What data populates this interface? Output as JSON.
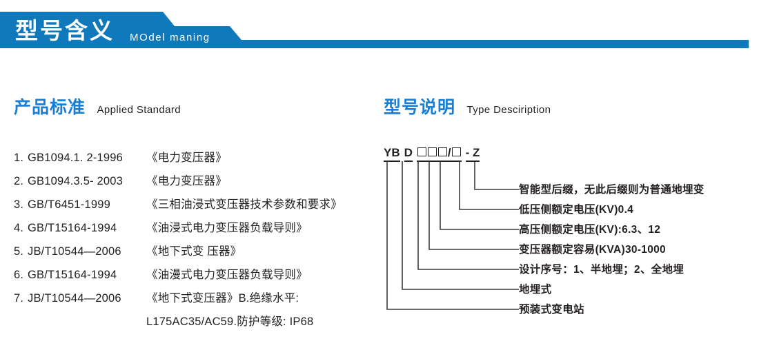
{
  "banner": {
    "title": "型号含义",
    "subtitle": "MOdel maning",
    "bar_color": "#0f79bc"
  },
  "sections": {
    "standard": {
      "title_cn": "产品标准",
      "title_en": "Applied Standard"
    },
    "type": {
      "title_cn": "型号说明",
      "title_en": "Type Desciription"
    }
  },
  "standards": [
    {
      "index": "1.",
      "code": "GB1094.1. 2-1996",
      "name": "《电力变压器》"
    },
    {
      "index": "2.",
      "code": "GB1094.3.5- 2003",
      "name": "《电力变压器》"
    },
    {
      "index": "3.",
      "code": "GB/T6451-1999",
      "name": "《三相油浸式变压器技术参数和要求》"
    },
    {
      "index": "4.",
      "code": "GB/T15164-1994",
      "name": "《油浸式电力变压器负载导则》"
    },
    {
      "index": "5.",
      "code": "JB/T10544—2006",
      "name": "《地下式变 压器》"
    },
    {
      "index": "6.",
      "code": "GB/T15164-1994",
      "name": "《油漫式电力变压器负载导则》"
    },
    {
      "index": "7.",
      "code": "JB/T10544—2006",
      "name": "《地下式变压器》B.绝缘水平:"
    },
    {
      "index": "",
      "code": "",
      "name": "L175AC35/AC59.防护等级: IP68"
    }
  ],
  "type_code": {
    "segments": [
      "YB",
      "D",
      "□",
      "□",
      "□",
      "/□",
      "- Z"
    ],
    "full": "YB D □□□/□ - Z"
  },
  "callouts": [
    {
      "text": "智能型后缀，无此后缀则为普通地埋变"
    },
    {
      "text": "低压侧额定电压(KV)0.4"
    },
    {
      "text": "高压侧额定电压(KV):6.3、12"
    },
    {
      "text": "变压器额定容易(KVA)30-1000"
    },
    {
      "text": "设计序号：1、半地埋；2、全地埋"
    },
    {
      "text": "地埋式"
    },
    {
      "text": "预装式变电站"
    }
  ],
  "colors": {
    "brand_blue": "#0f79bc",
    "heading_blue": "#1a7ed4",
    "text_dark": "#231f20"
  }
}
